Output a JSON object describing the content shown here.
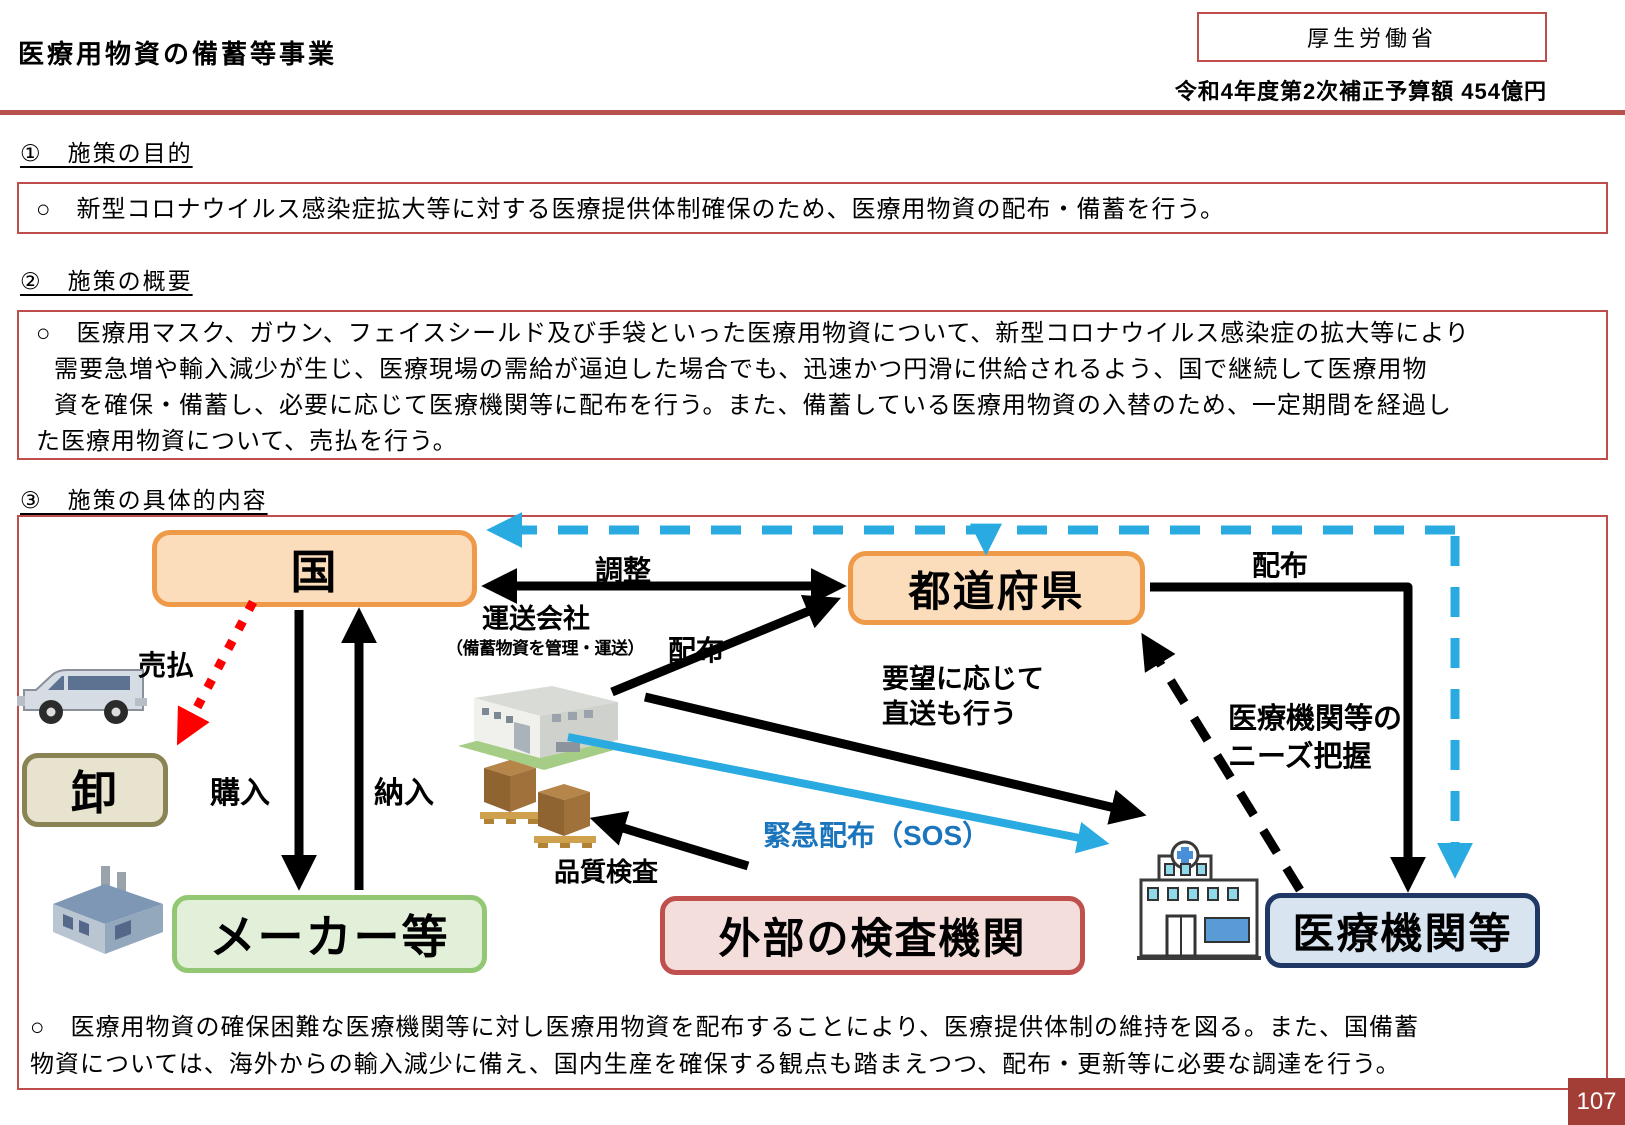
{
  "header": {
    "title": "医療用物資の備蓄等事業",
    "ministry": "厚生労働省",
    "budget": "令和4年度第2次補正予算額 454億円"
  },
  "sections": {
    "s1": {
      "heading": "①　施策の目的",
      "body": "○　新型コロナウイルス感染症拡大等に対する医療提供体制確保のため、医療用物資の配布・備蓄を行う。"
    },
    "s2": {
      "heading": "②　施策の概要",
      "lines": [
        "○　医療用マスク、ガウン、フェイスシールド及び手袋といった医療用物資について、新型コロナウイルス感染症の拡大等により",
        "需要急増や輸入減少が生じ、医療現場の需給が逼迫した場合でも、迅速かつ円滑に供給されるよう、国で継続して医療用物",
        "資を確保・備蓄し、必要に応じて医療機関等に配布を行う。また、備蓄している医療用物資の入替のため、一定期間を経過し",
        "た医療用物資について、売払を行う。"
      ]
    },
    "s3": {
      "heading": "③　施策の具体的内容",
      "footer_lines": [
        "○　医療用物資の確保困難な医療機関等に対し医療用物資を配布することにより、医療提供体制の維持を図る。また、国備蓄",
        "物資については、海外からの輸入減少に備え、国内生産を確保する観点も踏まえつつ、配布・更新等に必要な調達を行う。"
      ]
    }
  },
  "diagram": {
    "nodes": {
      "kuni": "国",
      "todofuken": "都道府県",
      "oroshi": "卸",
      "maker": "メーカー等",
      "kensa": "外部の検査機関",
      "iryo": "医療機関等"
    },
    "labels": {
      "chosei": "調整",
      "unso_company": "運送会社",
      "unso_note": "（備蓄物資を管理・運送）",
      "haifu_mid": "配布",
      "haifu_right": "配布",
      "uriharai": "売払",
      "konyu": "購入",
      "nonyu": "納入",
      "yobo_line1": "要望に応じて",
      "yobo_line2": "直送も行う",
      "kinkyu": "緊急配布（SOS）",
      "hinshitsu": "品質検査",
      "needs_line1": "医療機関等の",
      "needs_line2": "ニーズ把握"
    },
    "icons": [
      "truck-icon",
      "factory-icon",
      "warehouse-icon",
      "cargo-boxes-icon",
      "hospital-icon"
    ]
  },
  "page_number": "107",
  "colors": {
    "accent_red": "#BF4D4B",
    "page_tab_red": "#A33E36",
    "cyan_arrow": "#29ABE2",
    "sos_text_blue": "#1B75BC",
    "alert_red": "#FF0000",
    "node_orange_fill": "#FBDCBB",
    "node_orange_border": "#EE9A49",
    "node_tan_fill": "#E7E3CF",
    "node_tan_border": "#8A8354",
    "node_green_fill": "#E2F0D9",
    "node_green_border": "#92C873",
    "node_pink_fill": "#F4DEDC",
    "node_pink_border": "#C0504D",
    "node_blue_fill": "#D9E4F1",
    "node_blue_border": "#1F3864"
  }
}
